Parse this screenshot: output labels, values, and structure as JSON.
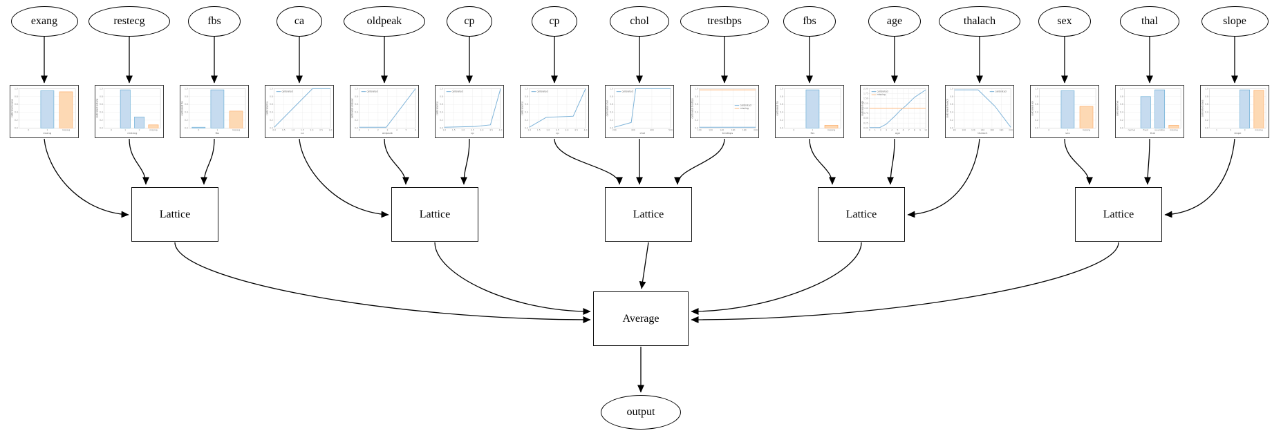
{
  "diagram": {
    "average_label": "Average",
    "output_label": "output",
    "lattice_label": "Lattice",
    "lattice_count": 5,
    "features": [
      {
        "name": "exang",
        "lattice": 0
      },
      {
        "name": "restecg",
        "lattice": 0
      },
      {
        "name": "fbs",
        "lattice": 0
      },
      {
        "name": "ca",
        "lattice": 1
      },
      {
        "name": "oldpeak",
        "lattice": 1
      },
      {
        "name": "cp",
        "lattice": 1
      },
      {
        "name": "cp",
        "lattice": 2
      },
      {
        "name": "chol",
        "lattice": 2
      },
      {
        "name": "trestbps",
        "lattice": 2
      },
      {
        "name": "fbs",
        "lattice": 3
      },
      {
        "name": "age",
        "lattice": 3
      },
      {
        "name": "thalach",
        "lattice": 3
      },
      {
        "name": "sex",
        "lattice": 4
      },
      {
        "name": "thal",
        "lattice": 4
      },
      {
        "name": "slope",
        "lattice": 4
      }
    ]
  },
  "chart_data": [
    {
      "type": "bar",
      "feature": "exang",
      "xlabel": "exang",
      "ylabel": "calibrated exang",
      "categories": [
        "0",
        "1",
        "missing"
      ],
      "values": [
        0,
        0.95,
        0.92
      ],
      "bar_colors": [
        "blue",
        "blue",
        "orange"
      ],
      "yticks": [
        "0.0",
        "0.2",
        "0.4",
        "0.6",
        "0.8",
        "1.0"
      ],
      "ylim": [
        0,
        1
      ],
      "grid": true
    },
    {
      "type": "bar",
      "feature": "restecg",
      "xlabel": "restecg",
      "ylabel": "calibrated restecg",
      "categories": [
        "0",
        "1",
        "2",
        "missing"
      ],
      "values": [
        0,
        0.97,
        0.28,
        0.08
      ],
      "bar_colors": [
        "blue",
        "blue",
        "blue",
        "orange"
      ],
      "yticks": [
        "0.0",
        "0.2",
        "0.4",
        "0.6",
        "0.8",
        "1.0"
      ],
      "ylim": [
        0,
        1
      ],
      "grid": true
    },
    {
      "type": "bar",
      "feature": "fbs",
      "xlabel": "fbs",
      "ylabel": "calibrated fbs",
      "categories": [
        "0",
        "1",
        "missing"
      ],
      "values": [
        0.02,
        0.97,
        0.43
      ],
      "bar_colors": [
        "blue",
        "blue",
        "orange"
      ],
      "yticks": [
        "0.0",
        "0.2",
        "0.4",
        "0.6",
        "0.8",
        "1.0"
      ],
      "ylim": [
        0,
        1
      ],
      "grid": true
    },
    {
      "type": "line",
      "feature": "ca",
      "xlabel": "ca",
      "ylabel": "calibrated ca",
      "xticks": [
        "0.0",
        "0.5",
        "1.0",
        "1.5",
        "2.0",
        "2.5",
        "3.0"
      ],
      "yticks": [
        "0.0",
        "0.2",
        "0.4",
        "0.6",
        "0.8",
        "1.0"
      ],
      "ylim": [
        0,
        1
      ],
      "grid": true,
      "legend": {
        "pos": "nw",
        "entries": [
          {
            "label": "calibrated",
            "color": "blue"
          }
        ]
      },
      "series": [
        {
          "name": "calibrated",
          "color": "blue",
          "points": [
            [
              0,
              0.02
            ],
            [
              0.68,
              1.0
            ],
            [
              1,
              1.0
            ]
          ]
        }
      ]
    },
    {
      "type": "line",
      "feature": "oldpeak",
      "xlabel": "oldpeak",
      "ylabel": "calibrated oldpeak",
      "xticks": [
        "0",
        "1",
        "2",
        "3",
        "4",
        "5",
        "6"
      ],
      "yticks": [
        "0.0",
        "0.2",
        "0.4",
        "0.6",
        "0.8",
        "1.0"
      ],
      "ylim": [
        0,
        1
      ],
      "grid": true,
      "legend": {
        "pos": "nw",
        "entries": [
          {
            "label": "calibrated",
            "color": "blue"
          }
        ]
      },
      "series": [
        {
          "name": "calibrated",
          "color": "blue",
          "points": [
            [
              0,
              0.02
            ],
            [
              0.48,
              0.02
            ],
            [
              1,
              1.0
            ]
          ]
        }
      ]
    },
    {
      "type": "line",
      "feature": "cp",
      "xlabel": "cp",
      "ylabel": "calibrated cp",
      "xticks": [
        "1.0",
        "1.5",
        "2.0",
        "2.5",
        "3.0",
        "3.5",
        "4.0"
      ],
      "yticks": [
        "0.0",
        "0.2",
        "0.4",
        "0.6",
        "0.8",
        "1.0"
      ],
      "ylim": [
        0,
        1
      ],
      "grid": true,
      "legend": {
        "pos": "nw",
        "entries": [
          {
            "label": "calibrated",
            "color": "blue"
          }
        ]
      },
      "series": [
        {
          "name": "calibrated",
          "color": "blue",
          "points": [
            [
              0,
              0.02
            ],
            [
              0.55,
              0.04
            ],
            [
              0.82,
              0.08
            ],
            [
              1,
              1.0
            ]
          ]
        }
      ]
    },
    {
      "type": "line",
      "feature": "cp",
      "xlabel": "cp",
      "ylabel": "calibrated cp",
      "xticks": [
        "1.0",
        "1.5",
        "2.0",
        "2.5",
        "3.0",
        "3.5",
        "4.0"
      ],
      "yticks": [
        "0.0",
        "0.2",
        "0.4",
        "0.6",
        "0.8",
        "1.0"
      ],
      "ylim": [
        0,
        1
      ],
      "grid": true,
      "legend": {
        "pos": "nw",
        "entries": [
          {
            "label": "calibrated",
            "color": "blue"
          }
        ]
      },
      "series": [
        {
          "name": "calibrated",
          "color": "blue",
          "points": [
            [
              0,
              0.02
            ],
            [
              0.3,
              0.27
            ],
            [
              0.78,
              0.3
            ],
            [
              1,
              1.0
            ]
          ]
        }
      ]
    },
    {
      "type": "line",
      "feature": "chol",
      "xlabel": "chol",
      "ylabel": "calibrated chol",
      "xticks": [
        "200",
        "300",
        "400",
        "500"
      ],
      "yticks": [
        "0.0",
        "0.2",
        "0.4",
        "0.6",
        "0.8",
        "1.0"
      ],
      "ylim": [
        0,
        1
      ],
      "grid": true,
      "legend": {
        "pos": "nw",
        "entries": [
          {
            "label": "calibrated",
            "color": "blue"
          }
        ]
      },
      "series": [
        {
          "name": "calibrated",
          "color": "blue",
          "points": [
            [
              0,
              0.02
            ],
            [
              0.25,
              0.12
            ],
            [
              0.3,
              0.14
            ],
            [
              0.38,
              1.0
            ],
            [
              1,
              1.0
            ]
          ]
        }
      ]
    },
    {
      "type": "line",
      "feature": "trestbps",
      "xlabel": "trestbps",
      "ylabel": "calibrated trestbps",
      "xticks": [
        "100",
        "120",
        "140",
        "160",
        "180",
        "200"
      ],
      "yticks": [
        "0.0",
        "0.2",
        "0.4",
        "0.6",
        "0.8",
        "1.0"
      ],
      "ylim": [
        0,
        1
      ],
      "grid": true,
      "legend": {
        "pos": "e",
        "entries": [
          {
            "label": "calibrated",
            "color": "blue"
          },
          {
            "label": "missing",
            "color": "orange"
          }
        ]
      },
      "series": [
        {
          "name": "calibrated",
          "color": "blue",
          "points": [
            [
              0,
              0.02
            ],
            [
              1,
              0.02
            ]
          ]
        },
        {
          "name": "missing",
          "color": "orange",
          "points": [
            [
              0,
              0.97
            ],
            [
              1,
              0.97
            ]
          ]
        }
      ]
    },
    {
      "type": "bar",
      "feature": "fbs",
      "xlabel": "fbs",
      "ylabel": "calibrated fbs",
      "categories": [
        "0",
        "1",
        "missing"
      ],
      "values": [
        0,
        0.97,
        0.07
      ],
      "bar_colors": [
        "blue",
        "blue",
        "orange"
      ],
      "yticks": [
        "0.0",
        "0.2",
        "0.4",
        "0.6",
        "0.8",
        "1.0"
      ],
      "ylim": [
        0,
        1
      ],
      "grid": true
    },
    {
      "type": "line",
      "feature": "age",
      "xlabel": "age",
      "ylabel": "calibrated age",
      "xticks": [
        "0",
        "1",
        "2",
        "3",
        "4",
        "5",
        "6",
        "7",
        "8",
        "9",
        "10"
      ],
      "yticks": [
        "0.00",
        "0.25",
        "0.50",
        "0.75",
        "1.00",
        "1.25",
        "1.50",
        "1.75",
        "2.00"
      ],
      "ylim": [
        0,
        2
      ],
      "grid": true,
      "legend": {
        "pos": "nw",
        "entries": [
          {
            "label": "calibrated",
            "color": "blue"
          },
          {
            "label": "missing",
            "color": "orange"
          }
        ]
      },
      "series": [
        {
          "name": "calibrated",
          "color": "blue",
          "points": [
            [
              0,
              0.01
            ],
            [
              0.18,
              0.01
            ],
            [
              0.3,
              0.1
            ],
            [
              0.45,
              0.3
            ],
            [
              0.55,
              0.45
            ],
            [
              0.65,
              0.57
            ],
            [
              0.8,
              0.78
            ],
            [
              1,
              0.97
            ]
          ]
        },
        {
          "name": "missing",
          "color": "orange",
          "points": [
            [
              0,
              0.5
            ],
            [
              1,
              0.5
            ]
          ]
        }
      ]
    },
    {
      "type": "line",
      "feature": "thalach",
      "xlabel": "thalach",
      "ylabel": "calibrated thalach",
      "xticks": [
        "80",
        "100",
        "120",
        "140",
        "160",
        "180",
        "200"
      ],
      "yticks": [
        "0.0",
        "0.2",
        "0.4",
        "0.6",
        "0.8",
        "1.0"
      ],
      "ylim": [
        0,
        1
      ],
      "grid": true,
      "legend": {
        "pos": "ne",
        "entries": [
          {
            "label": "calibrated",
            "color": "blue"
          }
        ]
      },
      "series": [
        {
          "name": "calibrated",
          "color": "blue",
          "points": [
            [
              0,
              0.97
            ],
            [
              0.42,
              0.97
            ],
            [
              0.72,
              0.55
            ],
            [
              1,
              0.02
            ]
          ]
        }
      ]
    },
    {
      "type": "bar",
      "feature": "sex",
      "xlabel": "sex",
      "ylabel": "calibrated sex",
      "categories": [
        "0",
        "1",
        "missing"
      ],
      "values": [
        0,
        0.95,
        0.55
      ],
      "bar_colors": [
        "blue",
        "blue",
        "orange"
      ],
      "yticks": [
        "0.0",
        "0.2",
        "0.4",
        "0.6",
        "0.8",
        "1.0"
      ],
      "ylim": [
        0,
        1
      ],
      "grid": true
    },
    {
      "type": "bar",
      "feature": "thal",
      "xlabel": "thal",
      "ylabel": "calibrated thal",
      "categories": [
        "normal",
        "fixed",
        "reversible",
        "missing"
      ],
      "values": [
        0,
        0.8,
        0.97,
        0.07
      ],
      "bar_colors": [
        "blue",
        "blue",
        "blue",
        "orange"
      ],
      "yticks": [
        "0.0",
        "0.2",
        "0.4",
        "0.6",
        "0.8",
        "1.0"
      ],
      "ylim": [
        0,
        1
      ],
      "grid": true
    },
    {
      "type": "bar",
      "feature": "slope",
      "xlabel": "slope",
      "ylabel": "calibrated slope",
      "categories": [
        "1",
        "2",
        "3",
        "missing"
      ],
      "values": [
        0,
        0,
        0.97,
        0.96
      ],
      "bar_colors": [
        "blue",
        "blue",
        "blue",
        "orange"
      ],
      "yticks": [
        "0.0",
        "0.2",
        "0.4",
        "0.6",
        "0.8",
        "1.0"
      ],
      "ylim": [
        0,
        1
      ],
      "grid": true
    }
  ],
  "colors": {
    "bar_blue_fill": "#c6dbef",
    "bar_blue_edge": "#6baed6",
    "bar_orange_fill": "#fdd9b4",
    "bar_orange_edge": "#fdae6b",
    "line_blue": "#7cb2d8",
    "line_orange": "#fdb97e",
    "grid": "#e9e9e9",
    "spine": "#c4c4c4",
    "tick_text": "#8a8a8a",
    "label_text": "#666666",
    "edge": "#000000",
    "background": "#ffffff"
  }
}
